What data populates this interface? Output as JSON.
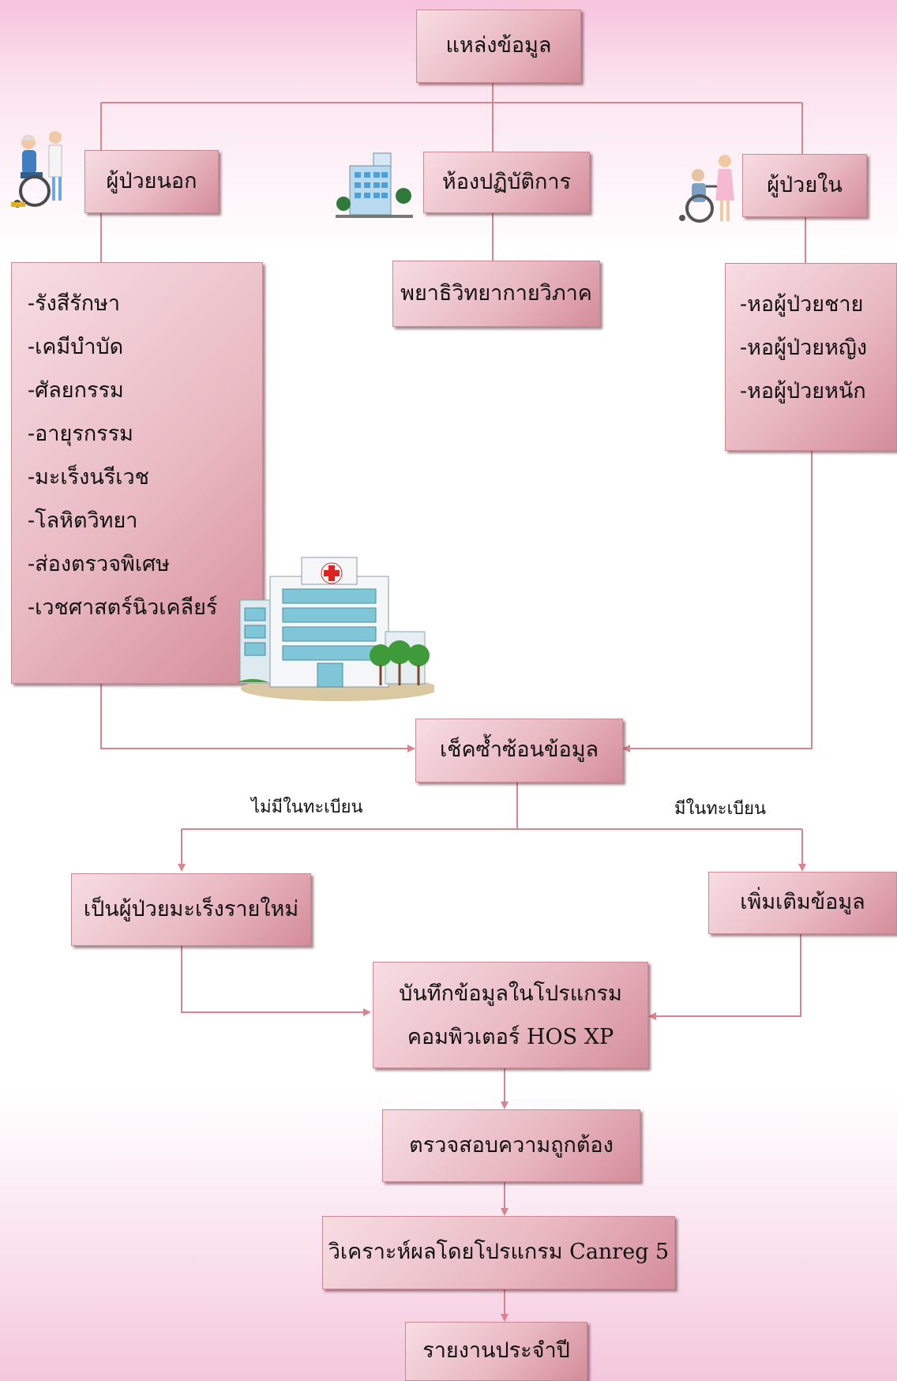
{
  "flowchart": {
    "root": "แหล่งข้อมูล",
    "outpatient": {
      "title": "ผู้ป่วยนอก",
      "items": [
        "-รังสีรักษา",
        "-เคมีบำบัด",
        "-ศัลยกรรม",
        "-อายุรกรรม",
        "-มะเร็งนรีเวช",
        "-โลหิตวิทยา",
        "-ส่องตรวจพิเศษ",
        "-เวชศาสตร์นิวเคลียร์"
      ]
    },
    "laboratory": {
      "title": "ห้องปฏิบัติการ",
      "item": "พยาธิวิทยากายวิภาค"
    },
    "inpatient": {
      "title": "ผู้ป่วยใน",
      "items": [
        "-หอผู้ป่วยชาย",
        "-หอผู้ป่วยหญิง",
        "-หอผู้ป่วยหนัก"
      ]
    },
    "check": "เช็คซ้ำซ้อนข้อมูล",
    "branch_not_registered": "ไม่มีในทะเบียน",
    "branch_registered": "มีในทะเบียน",
    "new_patient": "เป็นผู้ป่วยมะเร็งรายใหม่",
    "add_data": "เพิ่มเติมข้อมูล",
    "record": [
      "บันทึกข้อมูลในโปรแกรม",
      "คอมพิวเตอร์ HOS XP"
    ],
    "verify": "ตรวจสอบความถูกต้อง",
    "analyze": "วิเคราะห์ผลโดยโปรแกรม Canreg 5",
    "report": "รายงานประจำปี"
  },
  "colors": {
    "connector": "#d8848f",
    "box_light": "#f7dde3",
    "box_dark": "#d48c9a"
  },
  "icons": [
    "wheelchair-patient-icon",
    "lab-building-icon",
    "nurse-wheelchair-icon",
    "hospital-icon"
  ]
}
